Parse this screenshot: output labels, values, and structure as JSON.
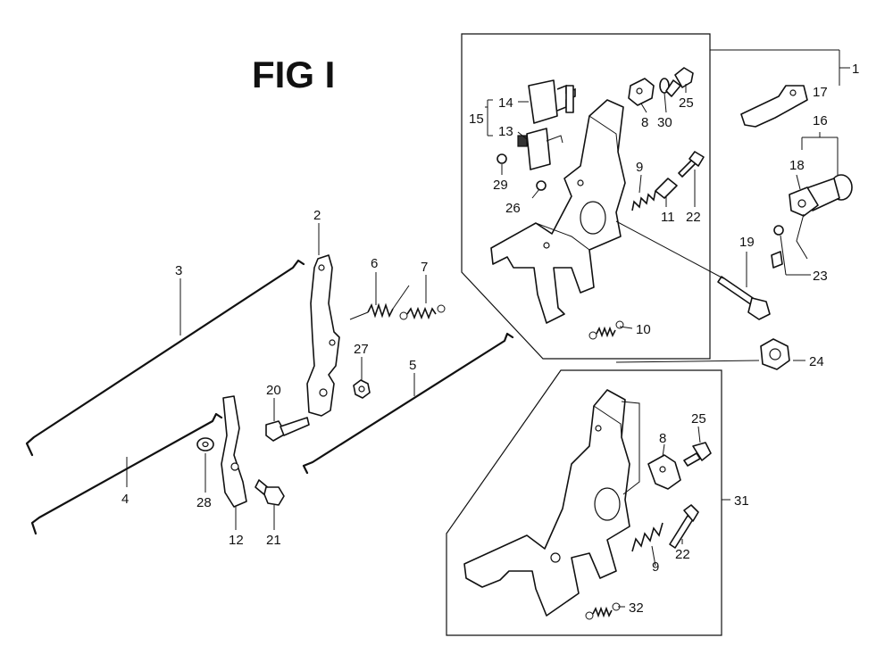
{
  "figure": {
    "title": "FIG I"
  },
  "callouts": [
    {
      "id": "c1",
      "label": "1"
    },
    {
      "id": "c2",
      "label": "2"
    },
    {
      "id": "c3",
      "label": "3"
    },
    {
      "id": "c4",
      "label": "4"
    },
    {
      "id": "c5",
      "label": "5"
    },
    {
      "id": "c6",
      "label": "6"
    },
    {
      "id": "c7",
      "label": "7"
    },
    {
      "id": "c8a",
      "label": "8"
    },
    {
      "id": "c8b",
      "label": "8"
    },
    {
      "id": "c9a",
      "label": "9"
    },
    {
      "id": "c9b",
      "label": "9"
    },
    {
      "id": "c10",
      "label": "10"
    },
    {
      "id": "c11",
      "label": "11"
    },
    {
      "id": "c12",
      "label": "12"
    },
    {
      "id": "c13",
      "label": "13"
    },
    {
      "id": "c14",
      "label": "14"
    },
    {
      "id": "c15",
      "label": "15"
    },
    {
      "id": "c16",
      "label": "16"
    },
    {
      "id": "c17",
      "label": "17"
    },
    {
      "id": "c18",
      "label": "18"
    },
    {
      "id": "c19",
      "label": "19"
    },
    {
      "id": "c20",
      "label": "20"
    },
    {
      "id": "c21",
      "label": "21"
    },
    {
      "id": "c22a",
      "label": "22"
    },
    {
      "id": "c22b",
      "label": "22"
    },
    {
      "id": "c23",
      "label": "23"
    },
    {
      "id": "c24",
      "label": "24"
    },
    {
      "id": "c25a",
      "label": "25"
    },
    {
      "id": "c25b",
      "label": "25"
    },
    {
      "id": "c26",
      "label": "26"
    },
    {
      "id": "c27",
      "label": "27"
    },
    {
      "id": "c28",
      "label": "28"
    },
    {
      "id": "c29",
      "label": "29"
    },
    {
      "id": "c30",
      "label": "30"
    },
    {
      "id": "c31",
      "label": "31"
    },
    {
      "id": "c32",
      "label": "32"
    }
  ]
}
